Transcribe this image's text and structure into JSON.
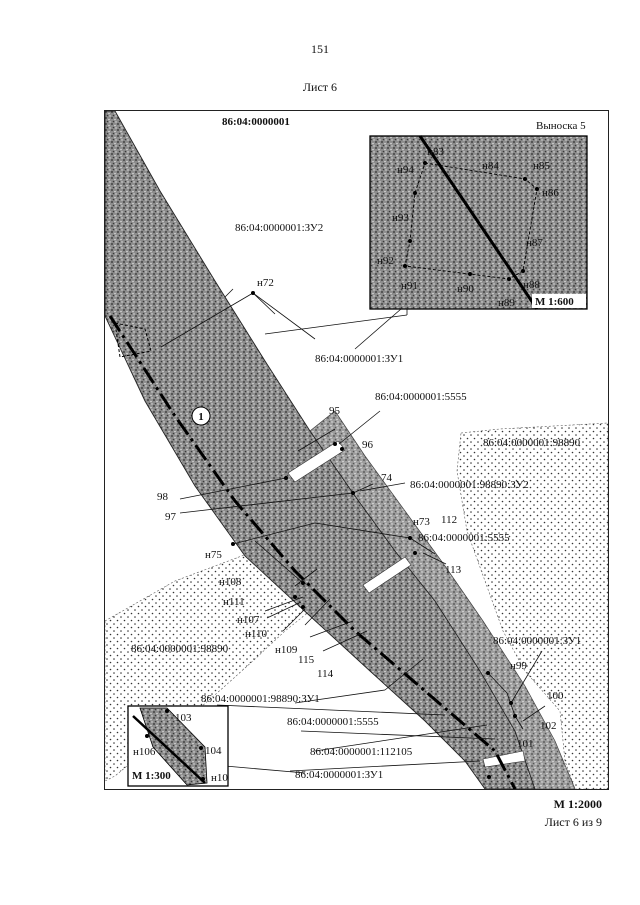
{
  "page": {
    "number": "151",
    "sheet_title": "Лист 6",
    "sheet_count": "Лист 6 из 9"
  },
  "map": {
    "quarter_label": "86:04:0000001",
    "scale": "М 1:2000",
    "region_labels": {
      "r98890_right": "86:04:0000001:98890",
      "r98890_left": "86:04:0000001:98890"
    },
    "callout_labels": {
      "zu2_top": "86:04:0000001:ЗУ2",
      "zu1_top": "86:04:0000001:ЗУ1",
      "p5555_top": "86:04:0000001:5555",
      "p98890_zu2": "86:04:0000001:98890:ЗУ2",
      "p5555_mid": "86:04:0000001:5555",
      "zu1_right": "86:04:0000001:ЗУ1",
      "p98890_zu1": "86:04:0000001:98890:ЗУ1",
      "p5555_bottom": "86:04:0000001:5555",
      "p112105": "86:04:0000001:112105",
      "zu1_bottom": "86:04:0000001:ЗУ1"
    },
    "circle_marker": "1",
    "points": {
      "n72": "н72",
      "p95": "95",
      "p96": "96",
      "p98": "98",
      "p97": "97",
      "p74": "74",
      "n73": "н73",
      "p112": "112",
      "p113": "113",
      "n75": "н75",
      "n108": "н108",
      "n111": "н111",
      "n107": "н107",
      "n110": "н110",
      "n109": "н109",
      "p115": "115",
      "p114": "114",
      "n99": "н99",
      "p100": "100",
      "p102": "102",
      "p101": "101"
    },
    "inset_5": {
      "title": "Выноска 5",
      "scale": "М 1:600",
      "points": {
        "n83": "н83",
        "n84": "н84",
        "n85": "н85",
        "n94": "н94",
        "n86": "н86",
        "n93": "н93",
        "n87": "н87",
        "n92": "н92",
        "n91": "н91",
        "n90": "н90",
        "n88": "н88",
        "n89": "н89"
      }
    },
    "inset_small": {
      "scale": "М 1:300",
      "points": {
        "p103": "103",
        "n106": "н106",
        "p104": "104",
        "n10": "н10"
      }
    }
  }
}
